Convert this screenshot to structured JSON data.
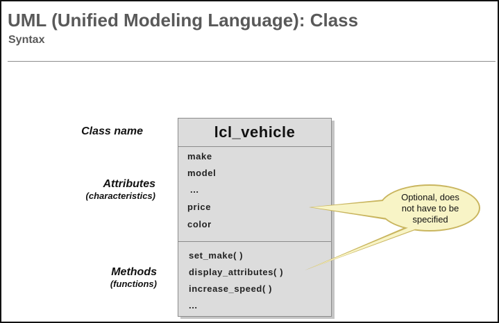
{
  "header": {
    "title": "UML (Unified Modeling Language): Class",
    "subtitle": "Syntax"
  },
  "labels": {
    "class_name": "Class name",
    "attributes": "Attributes",
    "attributes_sub": "(characteristics)",
    "methods": "Methods",
    "methods_sub": "(functions)"
  },
  "uml_class": {
    "name": "lcl_vehicle",
    "attributes": [
      "make",
      "model",
      "...",
      "price",
      "color"
    ],
    "methods": [
      "set_make( )",
      "display_attributes( )",
      "increase_speed( )",
      "..."
    ]
  },
  "callout": {
    "lines": [
      "Optional, does",
      "not have to be",
      "specified"
    ]
  },
  "colors": {
    "title": "#595959",
    "box_fill": "#dcdcdc",
    "callout_fill": "#f8f4c6",
    "callout_border": "#c9b55e"
  }
}
